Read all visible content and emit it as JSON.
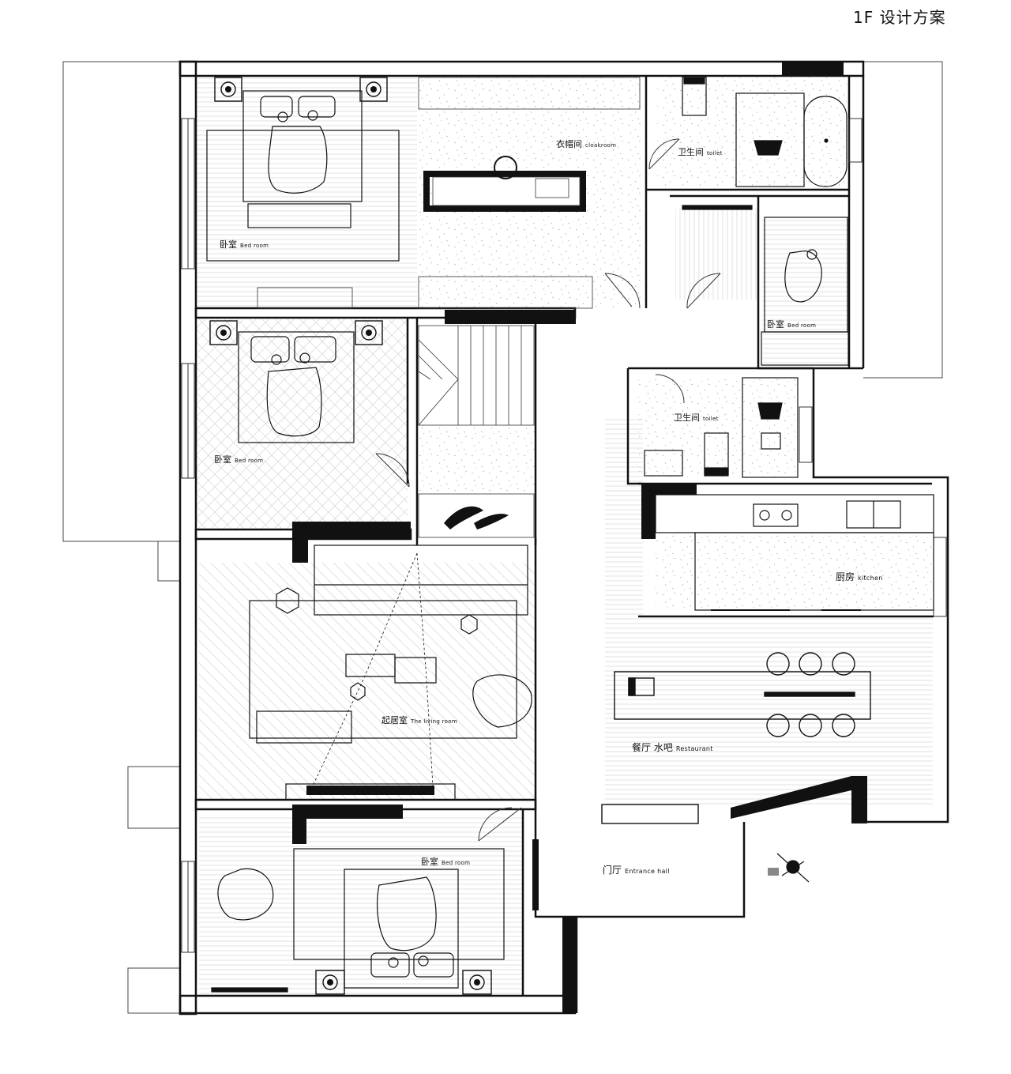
{
  "title": "1F 设计方案",
  "rooms": {
    "bedroom_nw": {
      "zh": "卧室",
      "en": "Bed room"
    },
    "cloakroom": {
      "zh": "衣帽间",
      "en": "cloakroom"
    },
    "toilet_ne": {
      "zh": "卫生间",
      "en": "toilet"
    },
    "bedroom_ne": {
      "zh": "卧室",
      "en": "Bed room"
    },
    "bedroom_w": {
      "zh": "卧室",
      "en": "Bed room"
    },
    "toilet_mid": {
      "zh": "卫生间",
      "en": "toilet"
    },
    "kitchen": {
      "zh": "厨房",
      "en": "kitchen"
    },
    "living": {
      "zh": "起居室",
      "en": "The living room"
    },
    "restaurant": {
      "zh": "餐厅 水吧",
      "en": "Restaurant"
    },
    "bedroom_s": {
      "zh": "卧室",
      "en": "Bed room"
    },
    "entrance": {
      "zh": "门厅",
      "en": "Entrance hall"
    }
  },
  "colors": {
    "wall": "#111111",
    "line": "#333333",
    "floor_hatch": "#bdbdbd",
    "background": "#ffffff"
  },
  "icons": [
    "downlight-icon",
    "bed-icon",
    "sofa-icon",
    "dining-chair-icon",
    "bathtub-icon",
    "toilet-icon",
    "stove-icon",
    "sink-icon",
    "person-icon",
    "stair-icon",
    "door-swing-icon"
  ]
}
